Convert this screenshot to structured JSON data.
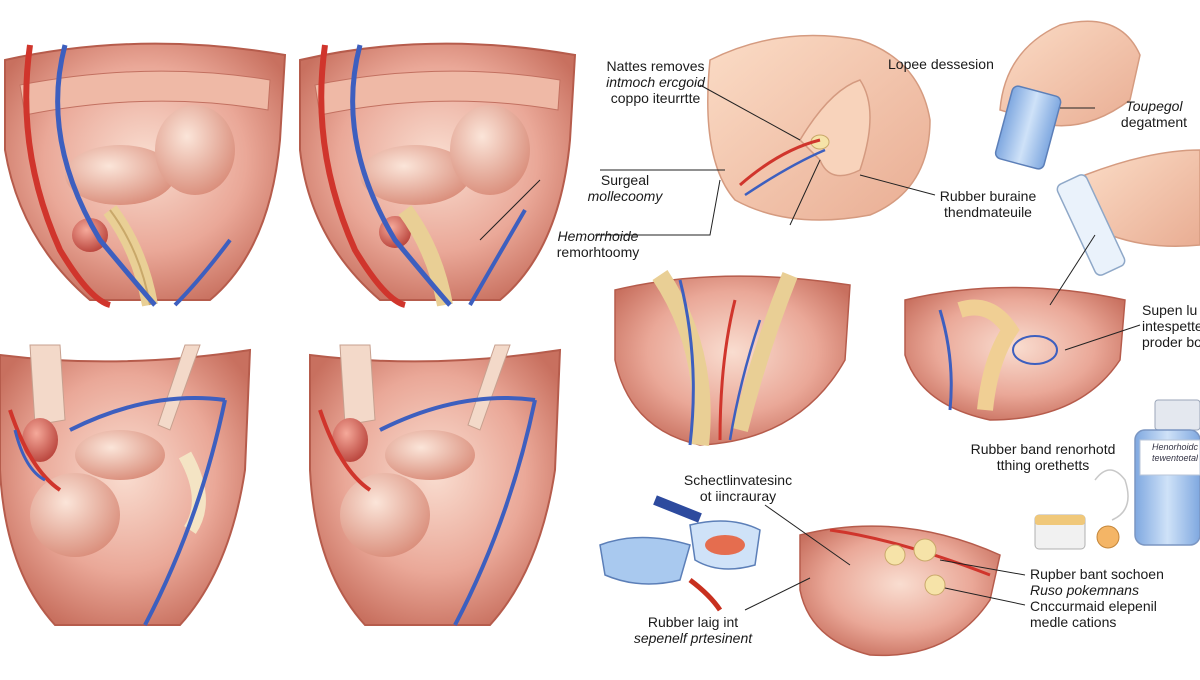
{
  "labels": {
    "nattes": {
      "line1": "Nattes removes",
      "line2": "intmoch ercgoid",
      "line3": "coppo iteurrtte"
    },
    "lopee": "Lopee dessesion",
    "toupegol": {
      "line1": "Toupegol",
      "line2": "degatment"
    },
    "surgeal": {
      "line1": "Surgeal",
      "line2": "mollecoomy"
    },
    "hemorrhoid": {
      "line1": "Hemorrhoide",
      "line2": "remorhtoomy"
    },
    "rubber_buraine": {
      "line1": "Rubber buraine",
      "line2": "thendmateuile"
    },
    "supen": {
      "line1": "Supen lu",
      "line2": "intespette",
      "line3": "proder bo"
    },
    "rubber_band_renor": {
      "line1": "Rubber band renorhotd",
      "line2": "tthing orethetts"
    },
    "bottle_label": {
      "line1": "Henorhoidc",
      "line2": "tewentoetal"
    },
    "schect": {
      "line1": "Schectlinvatesinc",
      "line2": "ot iincrauray"
    },
    "rubber_bant": {
      "line1": "Rupber bant sochoen",
      "line2": "Ruso pokemnans",
      "line3": "Cnccurmaid elepenil",
      "line4": "medle cations"
    },
    "rubber_laig": {
      "line1": "Rubber laig int",
      "line2": "sepenelf prtesinent"
    }
  },
  "colors": {
    "tissue_light": "#f7d2c2",
    "tissue_mid": "#e9a592",
    "tissue_dark": "#c96a5a",
    "vein": "#3d5fbf",
    "artery": "#d0352c",
    "bone": "#f2d9a8",
    "bottle_blue": "#a9c9ef",
    "skin": "#f5c8ae"
  }
}
